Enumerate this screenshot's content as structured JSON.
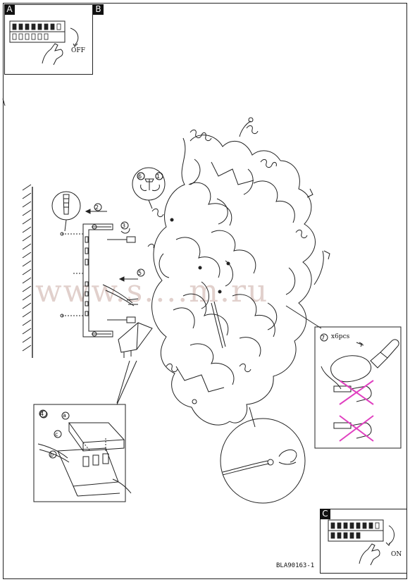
{
  "steps": {
    "a": {
      "letter": "A"
    },
    "b": {
      "letter": "B",
      "state": "OFF"
    },
    "c": {
      "letter": "C",
      "state": "ON"
    }
  },
  "callouts": {
    "step2": "2",
    "step3": "3",
    "step4": "4",
    "step5": "5",
    "step6": "6",
    "step1": "1",
    "step7": "7"
  },
  "terminal_labels": {
    "a": "a",
    "b": "b",
    "c": "c"
  },
  "bulbs": {
    "quantity": "x6pcs"
  },
  "watermark": "www.s....m.ru",
  "doc_code": "BLA90163-1",
  "colors": {
    "line": "#222222",
    "cross": "#e040c0",
    "watermark": "#b07a6e"
  }
}
